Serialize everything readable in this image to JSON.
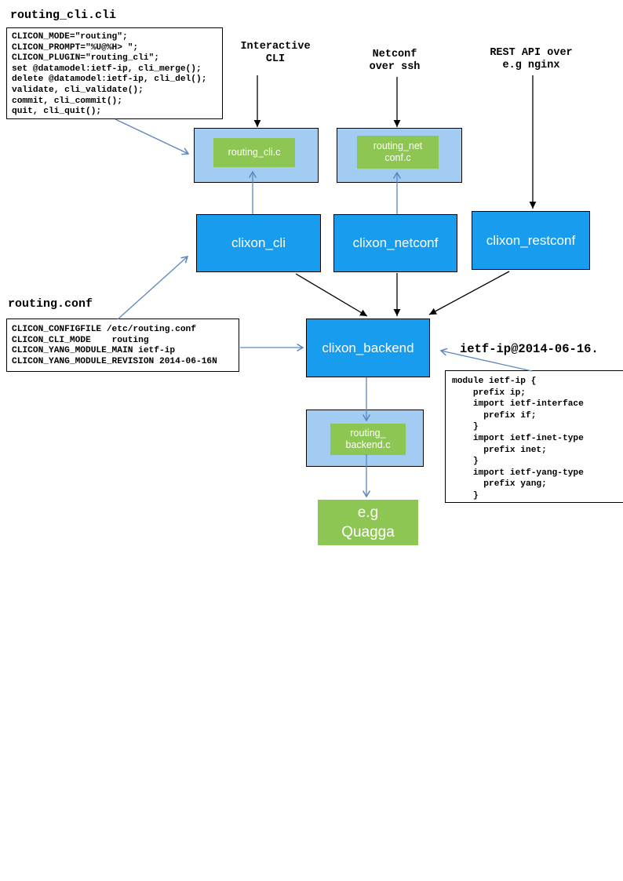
{
  "colors": {
    "process_box_blue": "#189CEE",
    "plugin_container_blue": "#A3CCF2",
    "plugin_box_green": "#8DC653",
    "blue_arrow": "#5B87BE",
    "black_arrow": "#000000"
  },
  "files": {
    "cli_spec": {
      "title": "routing_cli.cli",
      "code": [
        "CLICON_MODE=\"routing\";",
        "CLICON_PROMPT=\"%U@%H> \";",
        "CLICON_PLUGIN=\"routing_cli\";",
        "set @datamodel:ietf-ip, cli_merge();",
        "delete @datamodel:ietf-ip, cli_del();",
        "validate, cli_validate();",
        "commit, cli_commit();",
        "quit, cli_quit();"
      ]
    },
    "config": {
      "title": "routing.conf",
      "code": [
        "CLICON_CONFIGFILE /etc/routing.conf",
        "CLICON_CLI_MODE    routing",
        "CLICON_YANG_MODULE_MAIN ietf-ip",
        "CLICON_YANG_MODULE_REVISION 2014-06-16N"
      ]
    },
    "yang_module": {
      "label": "ietf-ip@2014-06-16.",
      "code": [
        "module ietf-ip {",
        "    prefix ip;",
        "    import ietf-interface",
        "      prefix if;",
        "    }",
        "    import ietf-inet-type",
        "      prefix inet;",
        "    }",
        "    import ietf-yang-type",
        "      prefix yang;",
        "    }"
      ]
    }
  },
  "channels": {
    "interactive_cli": [
      "Interactive",
      "CLI"
    ],
    "netconf": [
      "Netconf",
      "over ssh"
    ],
    "rest_api": [
      "REST API over",
      "e.g nginx"
    ]
  },
  "processes": {
    "cli": "clixon_cli",
    "netconf": "clixon_netconf",
    "restconf": "clixon_restconf",
    "backend": "clixon_backend"
  },
  "plugins": {
    "cli": "routing_cli.c",
    "netconf": [
      "routing_net",
      "conf.c"
    ],
    "backend": [
      "routing_",
      "backend.c"
    ]
  },
  "target": [
    "e.g",
    "Quagga"
  ]
}
